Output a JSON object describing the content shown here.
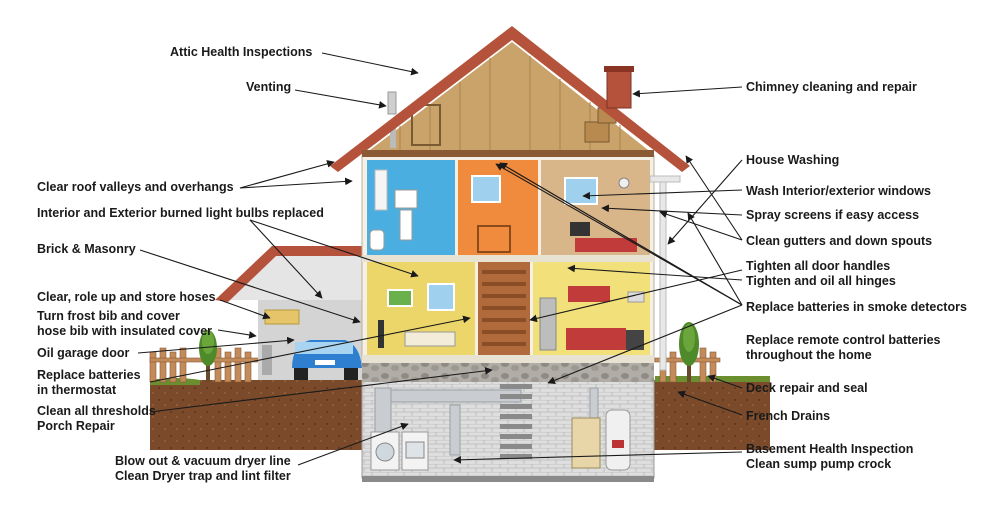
{
  "labels": {
    "attic_health": "Attic Health Inspections",
    "venting": "Venting",
    "chimney": "Chimney cleaning and repair",
    "roof_valleys": "Clear roof valleys and overhangs",
    "light_bulbs": "Interior and Exterior burned light bulbs replaced",
    "brick_masonry": "Brick & Masonry",
    "hoses": "Clear, role up and store hoses",
    "frost_bib_1": "Turn frost bib and cover",
    "frost_bib_2": "hose bib with insulated cover",
    "garage_door": "Oil garage door",
    "thermostat_1": "Replace batteries",
    "thermostat_2": "in thermostat",
    "thresholds_1": "Clean all thresholds",
    "thresholds_2": "Porch Repair",
    "dryer_1": "Blow out & vacuum dryer line",
    "dryer_2": "Clean Dryer trap and lint filter",
    "house_washing": "House Washing",
    "windows": "Wash Interior/exterior windows",
    "screens": "Spray screens if easy access",
    "gutters": "Clean gutters and down spouts",
    "door_handles_1": "Tighten all door handles",
    "door_handles_2": "Tighten and oil all hinges",
    "smoke_detectors": "Replace batteries in smoke detectors",
    "remote_1": "Replace remote control batteries",
    "remote_2": "throughout the home",
    "deck": "Deck repair and seal",
    "french_drains": "French Drains",
    "basement_1": "Basement Health Inspection",
    "basement_2": "Clean sump pump crock"
  },
  "colors": {
    "roof": "#b5523b",
    "attic_wood": "#c9a36a",
    "bathroom": "#4aaee0",
    "bedroom_orange": "#f08a3c",
    "bedroom_tan": "#d9b58a",
    "living_yellow": "#ecd66a",
    "kitchen_yellow": "#f2e07a",
    "garage": "#dcdcdc",
    "car": "#2f7fd0",
    "ground": "#7a4a2a",
    "basement": "#d8d8d8",
    "stone": "#9a9a9a"
  }
}
